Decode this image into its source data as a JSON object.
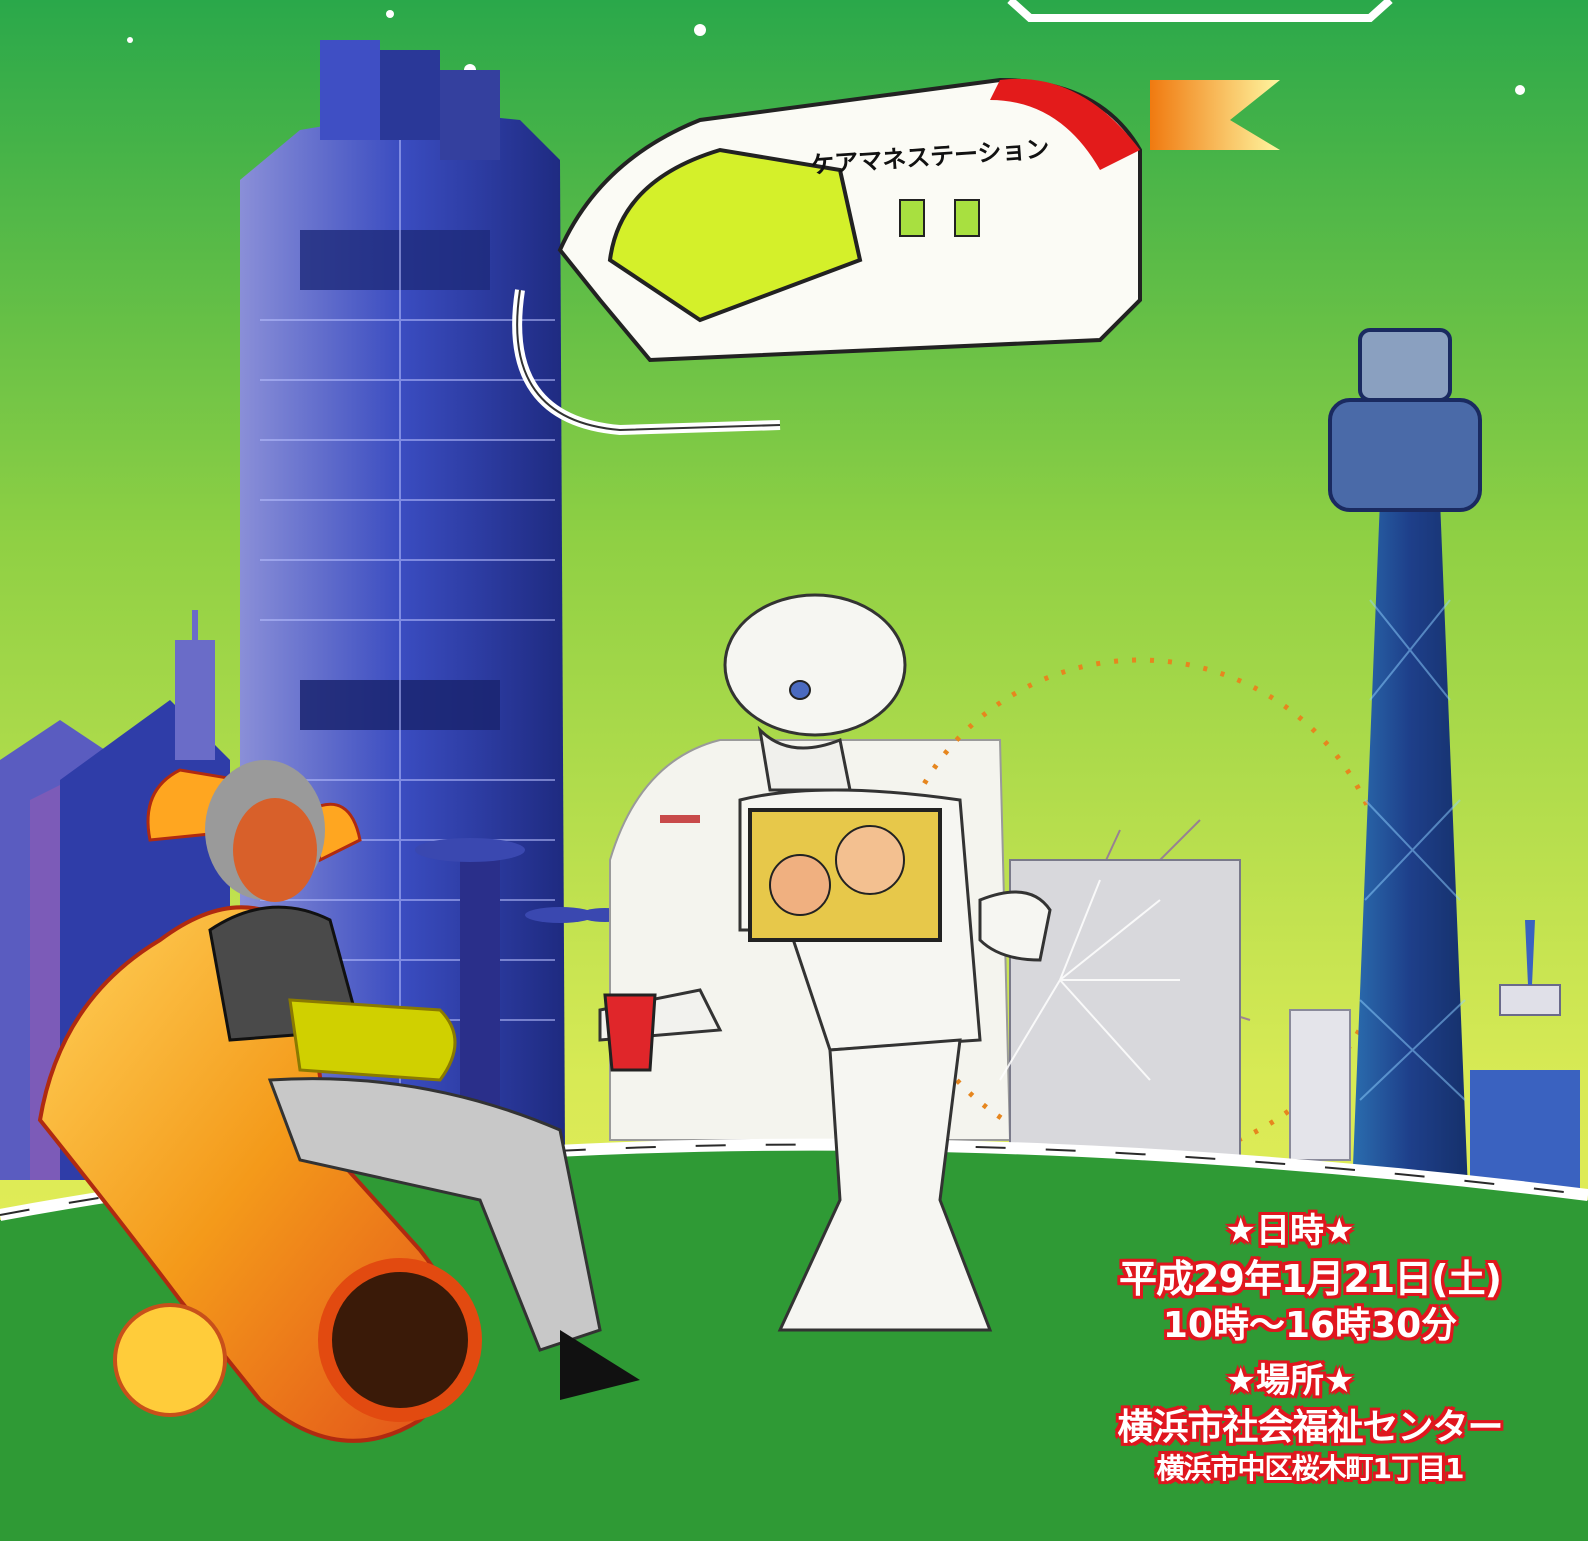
{
  "ship_label": "ケアマネステーション",
  "event": {
    "date_heading": "★日時★",
    "date": "平成29年1月21日(土)",
    "time": "10時～16時30分",
    "place_heading": "★場所★",
    "venue": "横浜市社会福祉センター",
    "address": "横浜市中区桜木町1丁目1"
  },
  "colors": {
    "sky_top": "#2aa84a",
    "sky_mid": "#b9e04a",
    "sky_bottom": "#f2ef5a",
    "lawn": "#2f9a35",
    "tower": "#2b3a9e",
    "info_outline": "#e0161e"
  }
}
